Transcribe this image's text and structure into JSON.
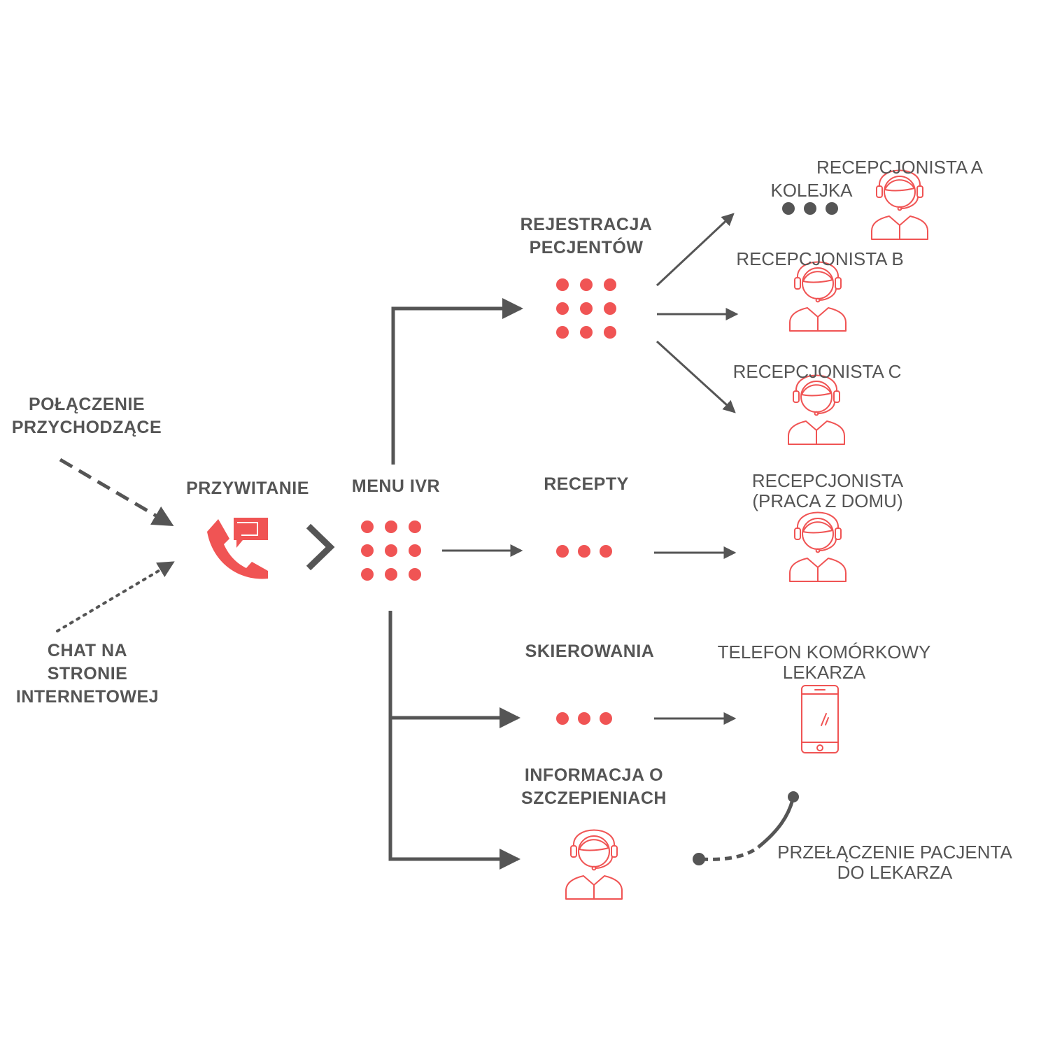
{
  "colors": {
    "accent": "#f05454",
    "line": "#555555",
    "text": "#555555",
    "background": "#ffffff"
  },
  "sources": {
    "incoming_call": "POŁĄCZENIE\nPRZYCHODZĄCE",
    "web_chat": "CHAT NA\nSTRONIE\nINTERNETOWEJ"
  },
  "steps": {
    "greeting": "PRZYWITANIE",
    "ivr_menu": "MENU IVR"
  },
  "branches": {
    "registration": "REJESTRACJA\nPECJENTÓW",
    "prescriptions": "RECEPTY",
    "referrals": "SKIEROWANIA",
    "vaccination_info": "INFORMACJA O\nSZCZEPIENIACH"
  },
  "targets": {
    "receptionist_a": "RECEPCJONISTA A",
    "queue": "KOLEJKA",
    "receptionist_b": "RECEPCJONISTA B",
    "receptionist_c": "RECEPCJONISTA C",
    "receptionist_home": "RECEPCJONISTA\n(PRACA Z DOMU)",
    "doctor_mobile": "TELEFON KOMÓRKOWY\nLEKARZA",
    "transfer_to_doctor": "PRZEŁĄCZENIE PACJENTA\nDO LEKARZA"
  },
  "icons": {
    "phone_chat": "phone-chat-icon",
    "chevron": "chevron-right-icon",
    "keypad": "keypad-icon",
    "three_dots": "dots-icon",
    "queue_dots": "queue-dots-icon",
    "agent": "headset-agent-icon",
    "mobile": "mobile-phone-icon"
  }
}
